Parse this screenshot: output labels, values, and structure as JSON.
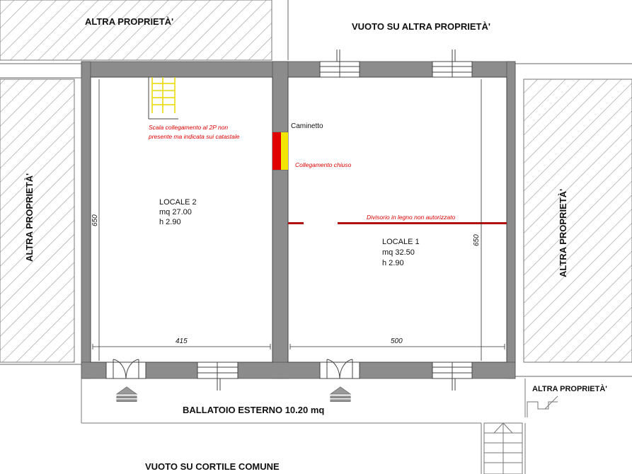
{
  "labels": {
    "top_left": "ALTRA  PROPRIETÀ'",
    "top_right": "VUOTO SU ALTRA  PROPRIETÀ'",
    "left_side": "ALTRA  PROPRIETÀ'",
    "right_side": "ALTRA  PROPRIETÀ'",
    "bottom_right": "ALTRA  PROPRIETÀ'",
    "balcony": "BALLATOIO ESTERNO 10.20 mq",
    "bottom": "VUOTO SU CORTILE COMUNE"
  },
  "rooms": [
    {
      "name": "LOCALE 2",
      "area": "mq 27.00",
      "height": "h 2.90",
      "width_dim": "415",
      "depth_dim": "650"
    },
    {
      "name": "LOCALE 1",
      "area": "mq 32.50",
      "height": "h 2.90",
      "width_dim": "500",
      "depth_dim": "650"
    }
  ],
  "notes": {
    "stair_line1": "Scala collegamento al 2P non",
    "stair_line2": "presente ma indicata sui catastale",
    "fireplace": "Caminetto",
    "closed_link": "Collegamento chiuso",
    "partition": "Divisorio in legno non autorizzato"
  },
  "colors": {
    "wall": "#8c8c8c",
    "annotation": "#e00000",
    "fireplace_red": "#e00000",
    "fireplace_yellow": "#f2e600",
    "stair_yellow": "#f0e000",
    "hatch": "#9a9a9a"
  }
}
